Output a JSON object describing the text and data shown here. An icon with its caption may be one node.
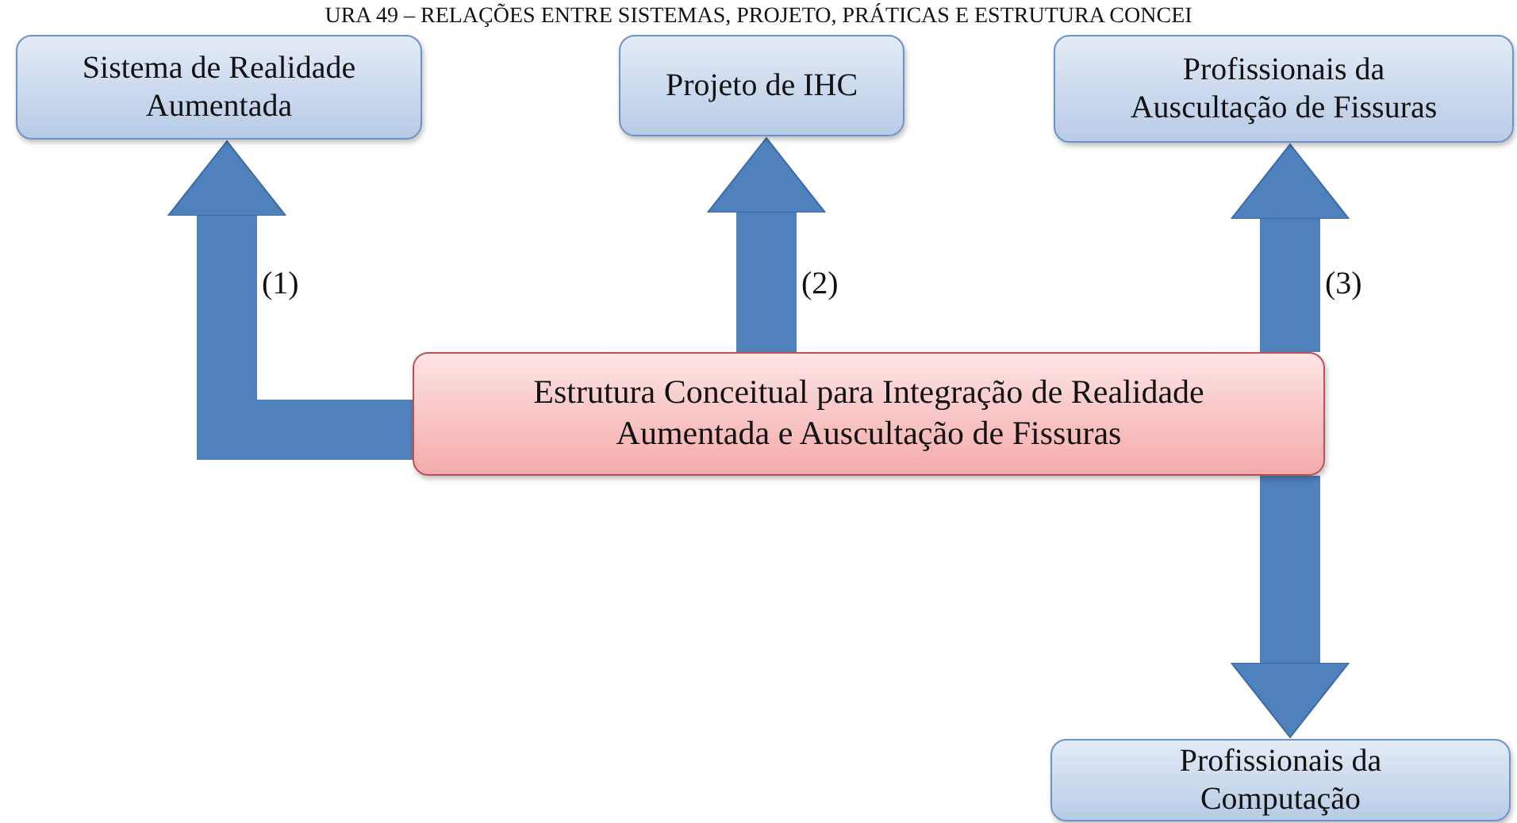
{
  "diagram": {
    "title": "URA 49 – RELAÇÕES ENTRE SISTEMAS, PROJETO, PRÁTICAS E ESTRUTURA CONCEI",
    "nodes": [
      {
        "text": [
          "Sistema de Realidade Aumentada"
        ]
      },
      {
        "text": [
          "Projeto de IHC"
        ]
      },
      {
        "text": [
          "Profissionais da Auscultação de Fissuras"
        ]
      },
      {
        "text": [
          "Estrutura Conceitual para Integração de Realidade Aumentada e Auscultação de Fissuras"
        ]
      },
      {
        "text": [
          "Profissionais da Computação"
        ]
      }
    ],
    "edges": [
      {
        "from": 3,
        "to": 0,
        "arrow": "to",
        "label": "(1)"
      },
      {
        "from": 3,
        "to": 1,
        "arrow": "to",
        "label": "(2)"
      },
      {
        "from": 3,
        "to": 2,
        "arrow": "to",
        "label": "(3)"
      },
      {
        "from": 3,
        "to": 4,
        "arrow": "to"
      }
    ]
  }
}
